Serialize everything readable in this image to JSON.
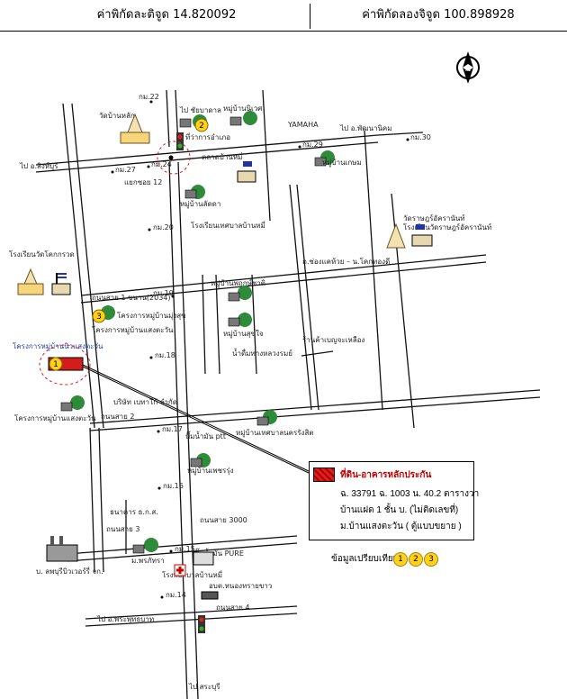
{
  "header": {
    "lat_label": "ค่าพิกัดละติจูด 14.820092",
    "lon_label": "ค่าพิกัดลองจิจูด 100.898928"
  },
  "map": {
    "north": "N",
    "labels": {
      "to_chainat_top": "ไป ชัยบาดาล",
      "to_hongnakorn": "ไป อ.สิงห์บุรี",
      "to_phatthana": "ไป อ.พัฒนานิคม",
      "to_phraphutthabat": "ไป อ.พระพุทธบาท",
      "to_saraburi": "ไป สระบุรี",
      "yamaha": "YAMAHA",
      "km22": "กม.22",
      "km24": "กม.24",
      "km27": "กม.27",
      "km29": "กม.29",
      "km30": "กม.30",
      "km20": "กม.20",
      "km19": "กม.19",
      "km18": "กม.18",
      "km17": "กม.17",
      "km16": "กม.16",
      "km15": "กม.15",
      "km14": "กม.14",
      "wat_bankhok": "วัดบ้านหลัก",
      "village_top": "หมู่บ้านนิเวศ",
      "office": "ที่ว่าการอำเภอ",
      "market": "ตลาดบ้านหมี่",
      "soi12": "แยกซอย 12",
      "tesaban_school": "โรงเรียนเทศบาลบ้านหมี่",
      "village_lat": "หมู่บ้านลัดดา",
      "wat_right": "วัดราษฎร์อัครานันท์",
      "school_right": "โรงเรียนวัดราษฎร์อัครานันท์",
      "school_left": "โรงเรียนวัดโคกกรวด",
      "road_1hwy": "ถนนสาย 1 ขนาน(2034)",
      "road_right": "ถ.ช่องแคห้วย – น.โคกทองดี",
      "village_right1": "หมู่บ้านพฤกษ์ชาติ",
      "village_right2": "หมู่บ้านสุขใจ",
      "shop": "ร้านค้าเบญจะเหลือง",
      "vapor": "น้ำดื่มทางหลวงรมย์",
      "proj_left": "โครงการหมู่บ้านนิวแสงตะวัน",
      "proj2": "โครงการหมู่บ้านมุ่งสุข",
      "proj3": "โครงการหมู่บ้านแสงตะวัน",
      "subject_label": "โครงการหมู่บ้านแสงตะวัน",
      "company": "บริษัท เบทาโก้ จำกัด",
      "road2": "ถนนสาย 2",
      "village_bottom": "หมู่บ้านเทศบาลนครรังสิต",
      "village_c": "หมู่บ้านเพชรรุ่ง",
      "gas": "ปั๊มน้ำมัน ptt",
      "village_d": "หมู่บ้านเกษม",
      "road3": "ถนนสาย 3",
      "road_3000": "ถนนสาย 3000",
      "bank": "ธนาคาร ธ.ก.ส.",
      "village_e": "ม.พรภัทรา",
      "factory": "บ. ลพบุรีบิวเวอร์รี่ จก.",
      "gas2": "ปั๊มน้ำมัน PURE",
      "hospital": "โรงพยาบาลบ้านหมี่",
      "temple2": "อบต.หนองทรายขาว",
      "road4": "ถนนสาย 4"
    },
    "badges": [
      "1",
      "2",
      "3"
    ]
  },
  "legend": {
    "title": "ที่ดิน-อาคารหลักประกัน",
    "line1": "ฉ. 33791  ฉ. 1003 น. 40.2 ตารางวา",
    "line2": "บ้านแฝด 1 ชั้น บ. (ไม่ติดเลขที่)",
    "line3": "ม.บ้านแสงตะวัน ( ตู้แบบขยาย )"
  },
  "compare": {
    "label": "ข้อมูลเปรียบเทียบ",
    "items": [
      "1",
      "2",
      "3"
    ]
  },
  "colors": {
    "road": "#1a1a1a",
    "subject": "#d41c1c",
    "badge": "#ffd21a",
    "tree": "#2e8b3a"
  }
}
